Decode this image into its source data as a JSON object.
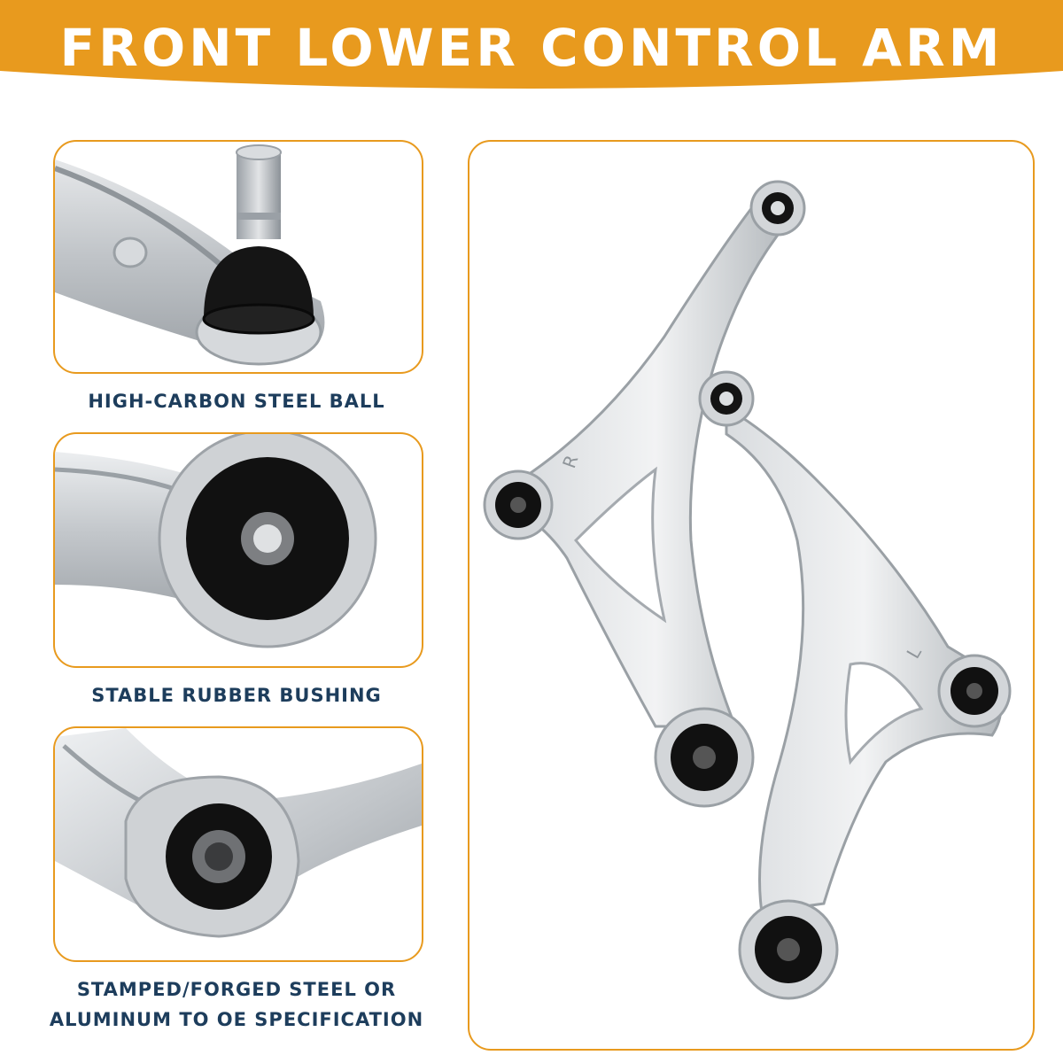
{
  "header": {
    "title": "FRONT LOWER CONTROL ARM"
  },
  "features": [
    {
      "caption": "HIGH-CARBON STEEL BALL"
    },
    {
      "caption": "STABLE RUBBER BUSHING"
    },
    {
      "caption_line1": "STAMPED/FORGED STEEL OR",
      "caption_line2": "ALUMINUM TO OE SPECIFICATION"
    }
  ],
  "product": {
    "right_arm_mark": "R",
    "left_arm_mark": "L"
  },
  "colors": {
    "accent": "#e89a1e",
    "caption_text": "#1d3d5c",
    "metal": "#c9ccd0",
    "rubber": "#151515"
  }
}
